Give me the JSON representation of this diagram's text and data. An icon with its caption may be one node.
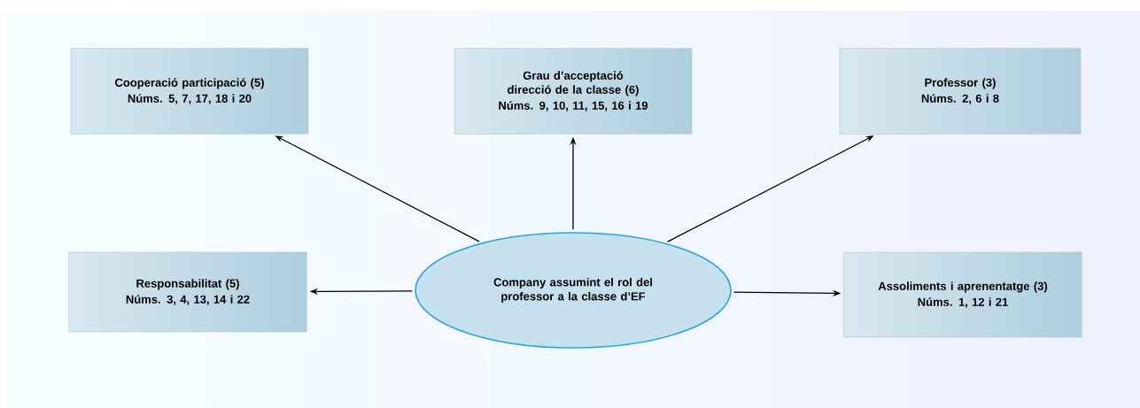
{
  "diagram": {
    "nodes": [
      {
        "text": [
          "Cooperació participació (5)",
          "Núms. 5, 7, 17, 18 i 20"
        ]
      },
      {
        "text": [
          "Grau d’acceptació direcció de la classe (6)",
          "Núms. 9, 10, 11, 15, 16 i 19"
        ]
      },
      {
        "text": [
          "Professor (3)",
          "Núms. 2, 6 i 8"
        ]
      },
      {
        "text": [
          "Responsabilitat (5)",
          "Núms. 3, 4, 13, 14 i 22"
        ]
      },
      {
        "text": [
          "Company assumint el rol del professor a la classe d’EF"
        ]
      },
      {
        "text": [
          "Assoliments i aprenentatge (3)",
          "Núms. 1, 12 i 21"
        ]
      }
    ],
    "edges": [
      {
        "from": 4,
        "to": 0,
        "arrow": "to"
      },
      {
        "from": 4,
        "to": 1,
        "arrow": "to"
      },
      {
        "from": 4,
        "to": 2,
        "arrow": "to"
      },
      {
        "from": 4,
        "to": 3,
        "arrow": "to"
      },
      {
        "from": 4,
        "to": 5,
        "arrow": "to"
      }
    ]
  }
}
